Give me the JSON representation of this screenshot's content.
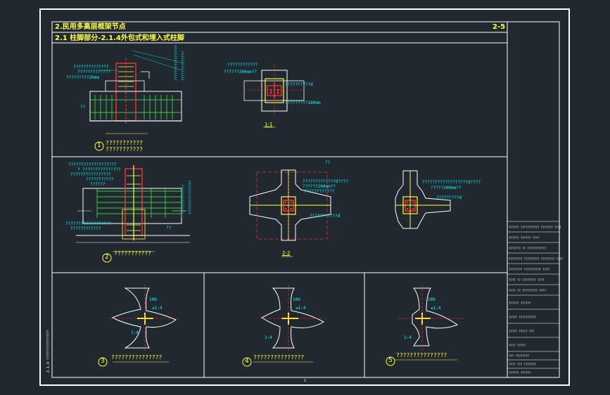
{
  "drawing": {
    "title": "2.民用多高层框架节点",
    "subtitle": "2.1 柱脚部分-2.1.4外包式和埋入式柱脚",
    "sheet_no": "2-5",
    "page_mark": "1",
    "side_note": "2.1.4 ??????????????",
    "colors": {
      "background": "#212830",
      "frame": "#ffffff",
      "title": "#ffff40",
      "annotation": "#00ffff",
      "steel": "#ff3030",
      "rebar": "#40ff40"
    }
  },
  "details": [
    {
      "caption": "???????????",
      "caption2": "???????????"
    },
    {
      "caption": "???????????"
    },
    {
      "caption": "???????????????"
    },
    {
      "caption": "???????????????"
    },
    {
      "caption": "???????????????"
    }
  ],
  "sections": [
    "1-1",
    "2-2"
  ],
  "labels": {
    "d1_a": "??????????????",
    "d1_b": "?????????????",
    "d1_c": "?????????20mm",
    "d1_d": "??",
    "d1_r1": "?????????????????",
    "d1_r2": "??????????????",
    "s11_a": "????????????",
    "s11_b": "??????200mm??",
    "s11_c": "??????????d",
    "s11_d": "?????????180mm",
    "d2_a": "???????????????????",
    "d2_b": "? ???????????????",
    "d2_c": "????????????????",
    "d2_d": "???????????",
    "d2_e": "??????",
    "d2_f": "??????????????????",
    "d2_g": "????????????",
    "d2_h": "??",
    "s22_a": "??",
    "s22_b": "?????????????d????",
    "s22_c": "??????200mm??",
    "s22_d": "????????????",
    "s22_e": "???????????d",
    "s3_a": "??????????????????d????",
    "s3_b": "?????200mm??",
    "s3_c": "?????????d",
    "d3_a": "100",
    "d3_b": "≤1:4",
    "d3_c": "1:4",
    "d4_a": "100",
    "d4_b": "≤1:4",
    "d4_c": "1:4",
    "d5_a": "100",
    "d5_b": "≤1:4",
    "d5_c": "1:4"
  },
  "title_block": [
    "?????? ??????????? ??????? ????",
    "?????? ?????? ????",
    "??????? ?? ???????????",
    "???????? ????????? ???????? ????",
    "???????? ?????????? ????",
    "???? ?? ???????? ????",
    "???? ?? ????????? ????",
    "?????? ??????",
    "????? ??????????",
    "????? ????? ???",
    "???? ?????",
    "??? ????????",
    "???? ??? ???????",
    "?????? ??????"
  ]
}
